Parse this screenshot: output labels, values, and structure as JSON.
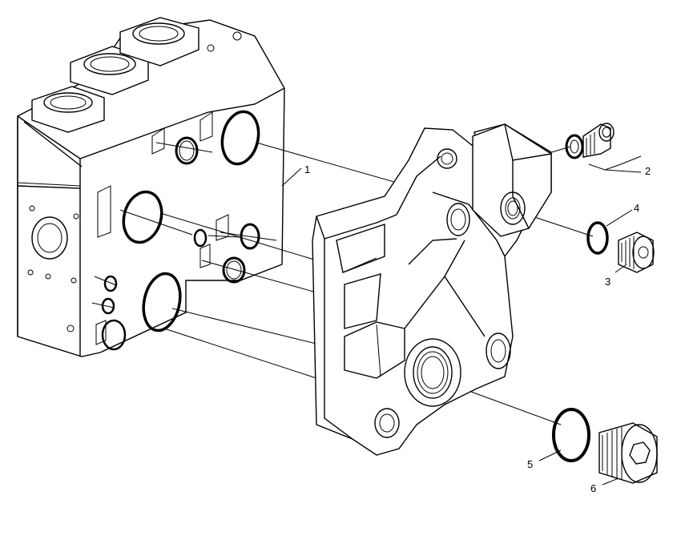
{
  "diagram": {
    "callouts": [
      {
        "id": "callout-1",
        "label": "1"
      },
      {
        "id": "callout-2",
        "label": "2"
      },
      {
        "id": "callout-3",
        "label": "3"
      },
      {
        "id": "callout-4",
        "label": "4"
      },
      {
        "id": "callout-5",
        "label": "5"
      },
      {
        "id": "callout-6",
        "label": "6"
      }
    ]
  }
}
